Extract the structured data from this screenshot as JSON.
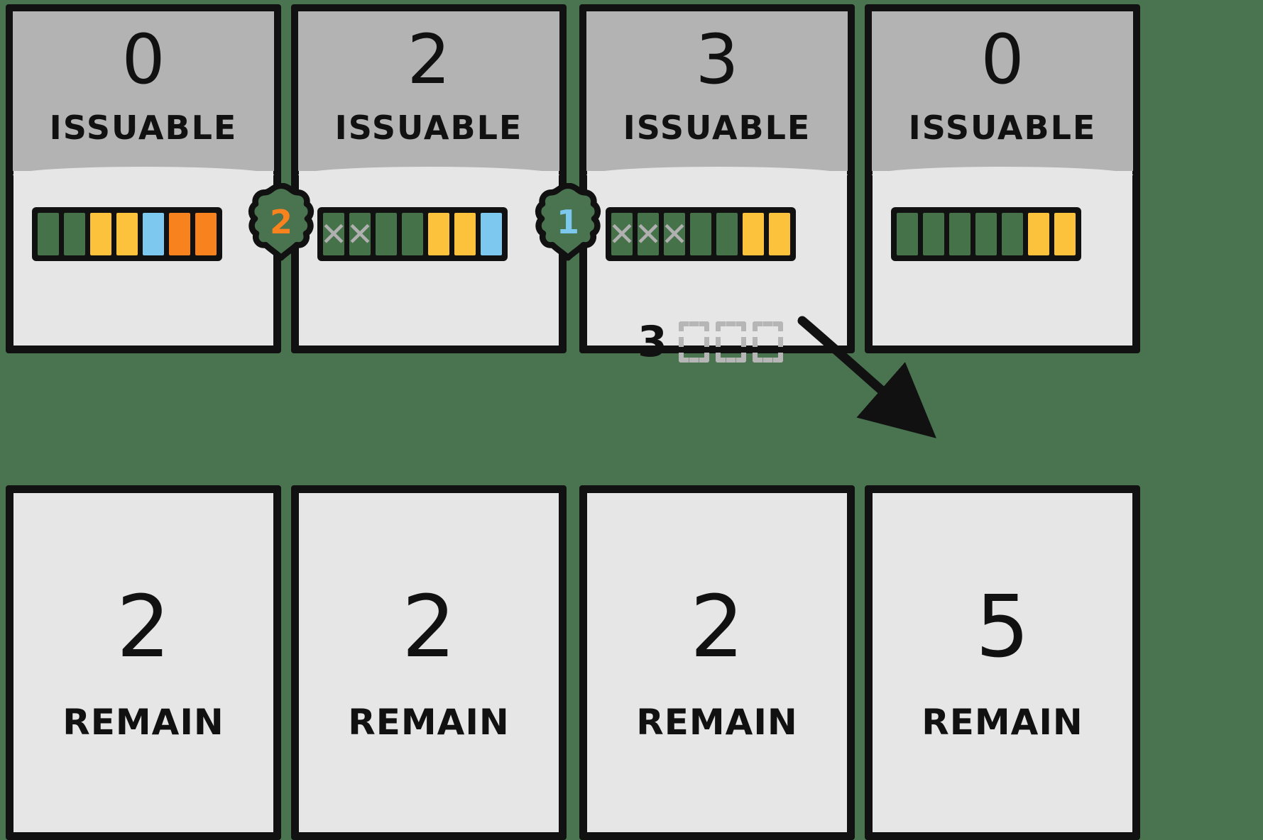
{
  "palette": {
    "background": "#4a7350",
    "card_body": "#e6e6e6",
    "card_header": "#b3b3b3",
    "ink": "#111111",
    "green": "#46724a",
    "yellow": "#fcc23c",
    "blue": "#7cc8ee",
    "orange": "#f8831e",
    "x_mark": "#b0b0b0",
    "dashed_box": "#b6b6b6"
  },
  "top_cards": [
    {
      "count": "0",
      "label": "ISSUABLE",
      "segments": [
        {
          "color": "green",
          "x": false
        },
        {
          "color": "green",
          "x": false
        },
        {
          "color": "yellow",
          "x": false
        },
        {
          "color": "yellow",
          "x": false
        },
        {
          "color": "blue",
          "x": false
        },
        {
          "color": "orange",
          "x": false
        },
        {
          "color": "orange",
          "x": false
        }
      ]
    },
    {
      "count": "2",
      "label": "ISSUABLE",
      "segments": [
        {
          "color": "green",
          "x": true
        },
        {
          "color": "green",
          "x": true
        },
        {
          "color": "green",
          "x": false
        },
        {
          "color": "green",
          "x": false
        },
        {
          "color": "yellow",
          "x": false
        },
        {
          "color": "yellow",
          "x": false
        },
        {
          "color": "blue",
          "x": false
        }
      ]
    },
    {
      "count": "3",
      "label": "ISSUABLE",
      "segments": [
        {
          "color": "green",
          "x": true
        },
        {
          "color": "green",
          "x": true
        },
        {
          "color": "green",
          "x": true
        },
        {
          "color": "green",
          "x": false
        },
        {
          "color": "green",
          "x": false
        },
        {
          "color": "yellow",
          "x": false
        },
        {
          "color": "yellow",
          "x": false
        }
      ]
    },
    {
      "count": "0",
      "label": "ISSUABLE",
      "segments": [
        {
          "color": "green",
          "x": false
        },
        {
          "color": "green",
          "x": false
        },
        {
          "color": "green",
          "x": false
        },
        {
          "color": "green",
          "x": false
        },
        {
          "color": "green",
          "x": false
        },
        {
          "color": "yellow",
          "x": false
        },
        {
          "color": "yellow",
          "x": false
        }
      ]
    }
  ],
  "badges": [
    {
      "value": "2",
      "color": "#f8831e"
    },
    {
      "value": "1",
      "color": "#7cc8ee"
    }
  ],
  "annotation": {
    "count": "3",
    "box_count": 3
  },
  "bottom_cards": [
    {
      "count": "2",
      "label": "REMAIN"
    },
    {
      "count": "2",
      "label": "REMAIN"
    },
    {
      "count": "2",
      "label": "REMAIN"
    },
    {
      "count": "5",
      "label": "REMAIN"
    }
  ]
}
